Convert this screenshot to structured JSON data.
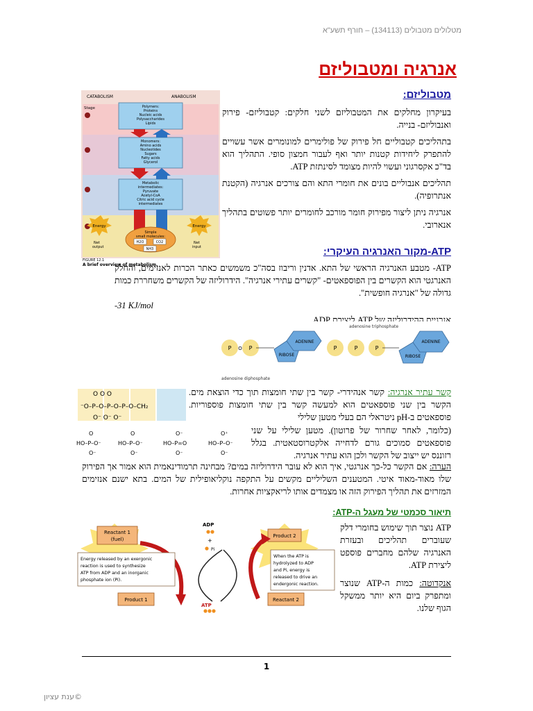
{
  "header": "מטלולים מטבולים (134113) – חורף תשע\"א",
  "title": "אנרגיה ומטבוליזם",
  "section1": {
    "heading": "מטבוליזם:",
    "p1": "בעיקרון מחלקים את המטבוליזם לשני חלקים: קטבוליזם- פירוק ואנבוליזם- בנייה.",
    "p2": "בתהליכים קטבוליים חל פירוק של פולימרים למונומרים אשר עשויים להתפרק ליחידות קטנות יותר ואף לעבור חמצון סופי. התהליך הוא בד\"כ אקסרגוני ועשוי להיות מצומד לסינתזת ATP.",
    "p3": "תהליכים אנבוליים בונים את חומרי התא והם צורכים אנרגיה (הקטנת אנתרופיה).",
    "p4": "אנרגיה ניתן ליצור מפירוק חומר מורכב לחומרים יותר פשוטים בתהליך אנארובי."
  },
  "figure1": {
    "catabolism": "CATABOLISM",
    "anabolism": "ANABOLISM",
    "stage": "Stage",
    "box1": [
      "Polymers:",
      "Proteins",
      "Nucleic acids",
      "Polysaccharides",
      "Lipids"
    ],
    "box2": [
      "Monomers:",
      "Amino acids",
      "Nucleotides",
      "Sugars",
      "Fatty acids",
      "Glycerol"
    ],
    "box3": [
      "Metabolic",
      "intermediates:",
      "Pyruvate",
      "Acetyl-CoA",
      "Citric acid cycle",
      "intermediates"
    ],
    "box4": [
      "Simple",
      "small molecules:"
    ],
    "h2o": "H2O",
    "co2": "CO2",
    "nh3": "NH3",
    "energy": "Energy",
    "net_output": [
      "Net",
      "output"
    ],
    "net_input": [
      "Net",
      "input"
    ],
    "fig_label": "FIGURE 12.1",
    "caption": "A brief overview of metabolism."
  },
  "section2": {
    "heading": "ATP-מקור האנרגיה העיקרי:",
    "p1": "ATP- מטבע האנרגיה הראשי של התא. אדנין וריבוז בסה\"כ משמשים כאתר הכרות לאנזימים, והחלק האנרגטי הוא הקשרים בין הפוספאטים- \"קשרים עתירי אנרגיה\". הידרוליזה של הקשרים משחררת כמות גדולה של \"אנרגיה חופשית\".",
    "energy_value": "-31 KJ/mol",
    "p2": "אנרגיית ההידרוליזה של ATP ליצירת ADP."
  },
  "figure2": {
    "atp_label": "adenosine triphosphate",
    "adp_label": "adenosine diphosphate",
    "adenine": "ADENINE",
    "ribose": "RIBOSE"
  },
  "section3": {
    "term": "קשר עתיר אנרגיה:",
    "p1": "קשר אנהידרי- קשר בין שתי חומצות תוך כדי הוצאת מים. הקשר בין שני פוספאטים הוא למעשה קשר בין שתי חומצות פוספוריות. פוספאטים ב-pH ניטראלי הם בעלי מטען שלילי",
    "p2": "(כלומר, לאחר שחרור של פרוטון). מטען שלילי על שני פוספאטים סמוכים גורם לדחייה אלקטרוסטאטית. בגלל רזוננס יש ייצוב של הקשר ולכן הוא עתיר אנרגיה.",
    "note_label": "הערה:",
    "note": "אם הקשר כל-כך אנרגטי, איך הוא לא עובר הידרוליזה במים? מבחינה תרמודינאמית הוא אמור אך הפירוק שלו מאוד-מאוד איטי. המטענים השליליים מקשים על התקפה נוקליאופילית של המים. בתא ישנם אנזימים המזרזים את תהליך הפירוק הזה או מצמדים אותו לריאקציות אחרות."
  },
  "section4": {
    "heading": "תיאור סכמטי של מעגל ה-ATP:",
    "p1": "ATP נוצר תוך שימוש בחומרי דלק שעוברים תהליכים ובעזרת האנרגיה שלהם מחברים פוספט ליצירת ATP.",
    "anecdote_label": "אנקדוטה:",
    "anecdote": "כמות ה-ATP שנוצר ומתפרק ביום היא יותר ממשקל הגוף שלנו."
  },
  "figure3": {
    "reactant1": [
      "Reactant 1",
      "(fuel)"
    ],
    "product1": "Product 1",
    "product2": "Product 2",
    "reactant2": "Reactant 2",
    "adp": "ADP",
    "plus": "+",
    "pi": "Pi",
    "atp": "ATP",
    "text_left": [
      "Energy released by an exergonic",
      "reaction is used to synthesize",
      "ATP from ADP and an inorganic",
      "phosphate ion (Pi)."
    ],
    "text_right": [
      "When the ATP is",
      "hydrolyzed to ADP",
      "and Pi, energy is",
      "released to drive an",
      "endergonic reaction."
    ]
  },
  "footer": {
    "page_number": "1",
    "author": "©ענת עציון"
  }
}
